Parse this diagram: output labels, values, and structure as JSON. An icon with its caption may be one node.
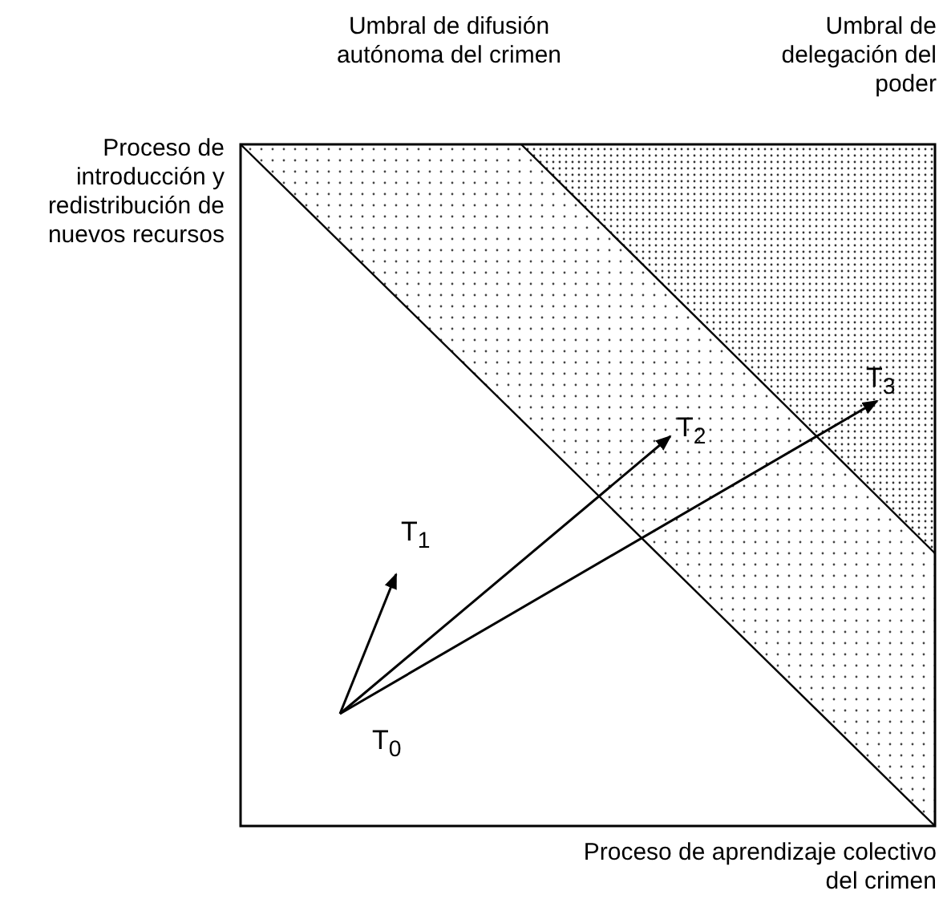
{
  "diagram": {
    "nodes": [
      {
        "text": [
          "T$_{0}$"
        ]
      },
      {
        "text": [
          "T$_{1}$"
        ]
      },
      {
        "text": [
          "T$_{2}$"
        ]
      },
      {
        "text": [
          "T$_{3}$"
        ]
      }
    ],
    "edges": [
      {
        "from": 0,
        "to": 1,
        "arrow": "to"
      },
      {
        "from": 0,
        "to": 2,
        "arrow": "to"
      },
      {
        "from": 0,
        "to": 3,
        "arrow": "to"
      }
    ],
    "labels": [
      "Umbral de difusión autónoma del crimen",
      "Umbral de delegación del poder",
      "Proceso de introducción y redistribución de nuevos recursos",
      "Proceso de aprendizaje colectivo del crimen"
    ]
  }
}
